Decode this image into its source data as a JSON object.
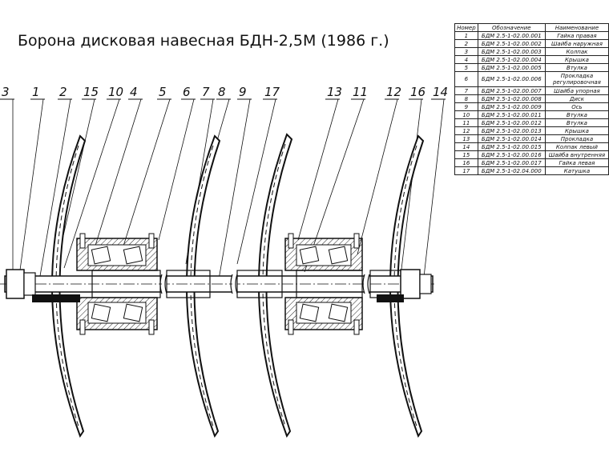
{
  "title": "Борона дисковая навесная БДН-2,5М (1986 г.)",
  "table": {
    "headers": [
      "Номер",
      "Обозначение",
      "Наименование"
    ],
    "rows": [
      [
        "1",
        "БДМ 2.5-1-02.00.001",
        "Гайка правая"
      ],
      [
        "2",
        "БДМ 2.5-1-02.00.002",
        "Шайба наружная"
      ],
      [
        "3",
        "БДМ 2.5-1-02.00.003",
        "Колпак"
      ],
      [
        "4",
        "БДМ 2.5-1-02.00.004",
        "Крышка"
      ],
      [
        "5",
        "БДМ 2.5-1-02.00.005",
        "Втулка"
      ],
      [
        "6",
        "БДМ 2.5-1-02.00.006",
        "Прокладка регулировочная"
      ],
      [
        "7",
        "БДМ 2.5-1-02.00.007",
        "Шайба упорная"
      ],
      [
        "8",
        "БДМ 2.5-1-02.00.008",
        "Диск"
      ],
      [
        "9",
        "БДМ 2.5-1-02.00.009",
        "Ось"
      ],
      [
        "10",
        "БДМ 2.5-1-02.00.011",
        "Втулка"
      ],
      [
        "11",
        "БДМ 2.5-1-02.00.012",
        "Втулка"
      ],
      [
        "12",
        "БДМ 2.5-1-02.00.013",
        "Крышка"
      ],
      [
        "13",
        "БДМ 2.5-1-02.00.014",
        "Прокладка"
      ],
      [
        "14",
        "БДМ 2.5-1-02.00.015",
        "Колпак левый"
      ],
      [
        "15",
        "БДМ 2.5-1-02.00.016",
        "Шайба внутренняя"
      ],
      [
        "16",
        "БДМ 2.5-1-02.00.017",
        "Гайка левая"
      ],
      [
        "17",
        "БДМ 2.5-1-02.04.000",
        "Катушка"
      ]
    ]
  },
  "callouts": [
    "3",
    "1",
    "2",
    "15",
    "10",
    "4",
    "5",
    "6",
    "7",
    "8",
    "9",
    "17",
    "13",
    "11",
    "12",
    "16",
    "14"
  ]
}
